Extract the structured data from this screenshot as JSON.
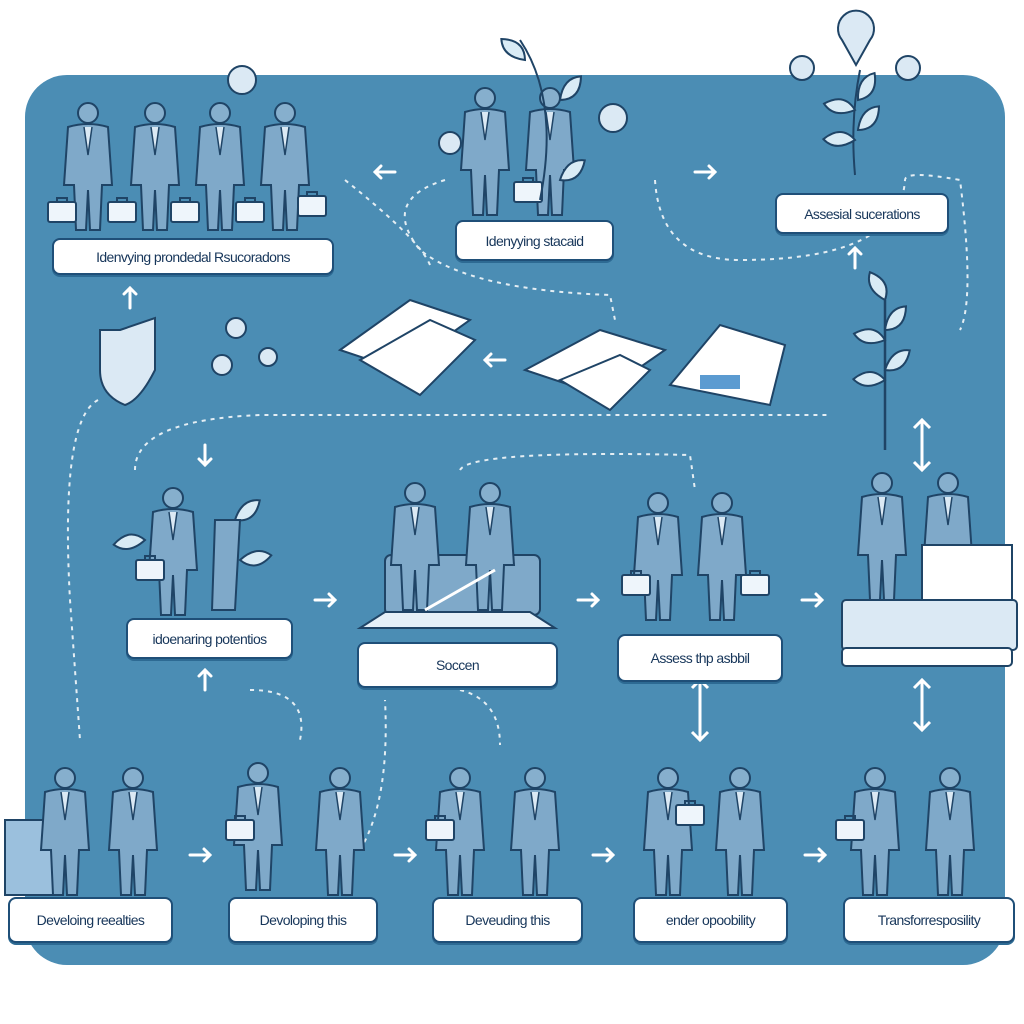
{
  "labels": {
    "top_left": "Idenvying prondedal Rsucoradons",
    "top_center": "Idenyying stacaid",
    "top_right": "Assesial sucerations",
    "mid_left": "idoenaring potentios",
    "mid_center": "Soccen",
    "mid_right": "Assess thp asbbil",
    "bottom_1": "Develoing reealties",
    "bottom_2": "Devoloping this",
    "bottom_3": "Deveuding this",
    "bottom_4": "ender opoobility",
    "bottom_5": "Transforresposility"
  },
  "colors": {
    "panel": "#4b8db4",
    "label_border": "#1f4f78",
    "figure": "#7fa9c9",
    "leaf": "#d9ebf5"
  }
}
